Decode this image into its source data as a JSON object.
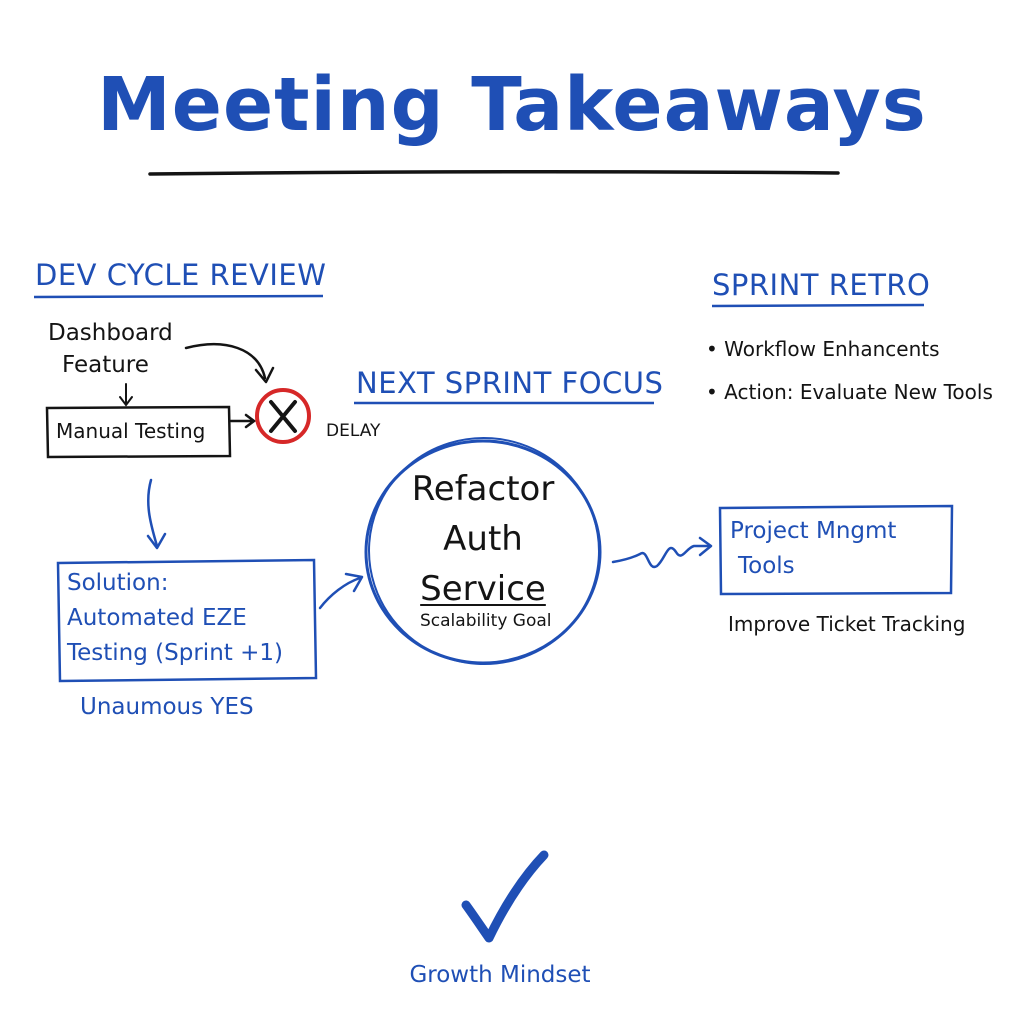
{
  "title": "Meeting Takeaways",
  "dev_cycle": {
    "heading": "DEV CYCLE REVIEW",
    "feature_line1": "Dashboard",
    "feature_line2": "Feature",
    "manual_testing": "Manual Testing",
    "blocked_mark": "X",
    "delay": "DELAY",
    "solution_line1": "Solution:",
    "solution_line2": "Automated EZE",
    "solution_line3": "Testing (Sprint +1)",
    "vote": "Unaumous YES"
  },
  "next_sprint": {
    "heading": "NEXT SPRINT FOCUS",
    "circle_line1": "Refactor",
    "circle_line2": "Auth",
    "circle_line3": "Service",
    "goal": "Scalability Goal"
  },
  "sprint_retro": {
    "heading": "SPRINT RETRO",
    "bullets": [
      "Workflow Enhancents",
      "Action: Evaluate New Tools"
    ]
  },
  "tools": {
    "line1": "Project Mngmt",
    "line2": "Tools",
    "caption": "Improve Ticket Tracking"
  },
  "footer": {
    "label": "Growth Mindset"
  },
  "colors": {
    "ink_blue": "#1f4fb5",
    "ink_black": "#141414",
    "stop_red": "#d62828"
  },
  "icons": {
    "blocked": "x-circle-icon",
    "success": "checkmark-icon"
  }
}
